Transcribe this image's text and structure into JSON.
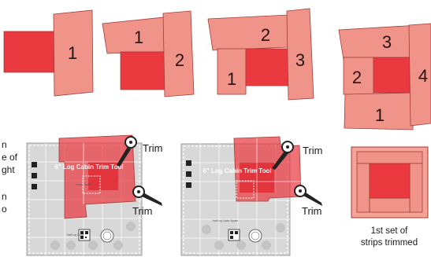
{
  "colors": {
    "dark_red": "#ea3a40",
    "salmon": "#f0948a",
    "light_salmon": "#f4a396",
    "stroke": "#a33a35",
    "ruler_gray": "#d8d8d8"
  },
  "steps": [
    {
      "numbers": [
        "1"
      ]
    },
    {
      "numbers": [
        "1",
        "2"
      ]
    },
    {
      "numbers": [
        "2",
        "1",
        "3"
      ]
    },
    {
      "numbers": [
        "3",
        "2",
        "4",
        "1"
      ]
    }
  ],
  "left_text_lines": [
    "n",
    "e of",
    "ght",
    "",
    "n",
    "o"
  ],
  "trim_label": "Trim",
  "tool_title": "6\" Log Cabin Trim Tool",
  "tool_small_text": [
    "Half Log Cabin",
    "Center Square",
    "Half Log Cabin Square"
  ],
  "caption_lines": [
    "1st set of",
    "strips trimmed"
  ],
  "icons": [
    "scissors-icon",
    "qr-code-icon",
    "logo-seal-icon"
  ]
}
